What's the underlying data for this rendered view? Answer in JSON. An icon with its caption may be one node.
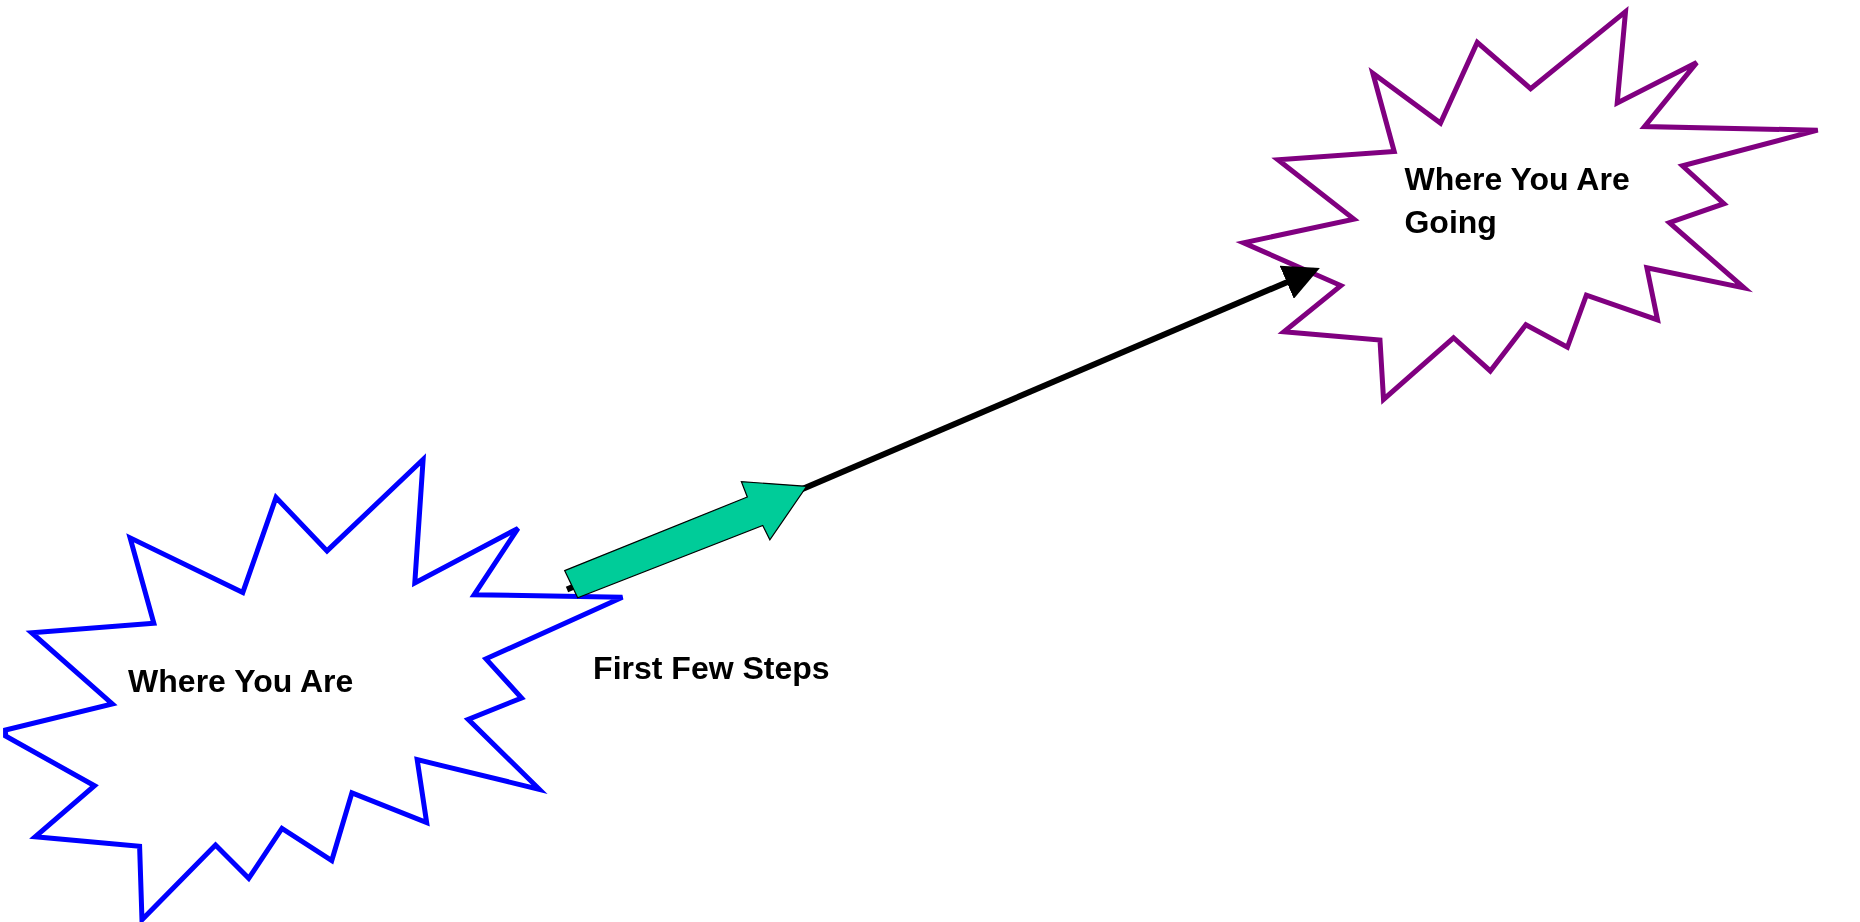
{
  "diagram": {
    "nodes": [
      {
        "text": [
          "Where You Are"
        ]
      },
      {
        "text": [
          "Where You Are Going"
        ]
      }
    ],
    "edges": [
      {
        "from": 0,
        "to": 1,
        "arrow": "to",
        "label": "First Few Steps"
      }
    ]
  }
}
